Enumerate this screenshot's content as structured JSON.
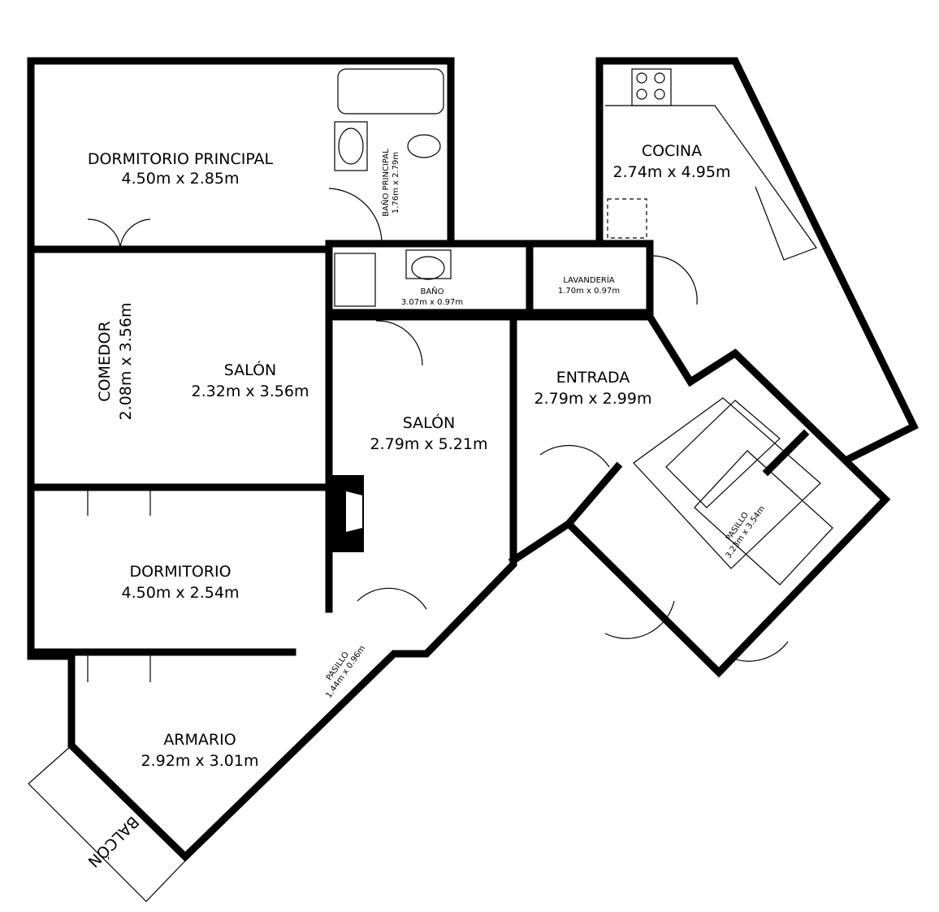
{
  "rooms": {
    "dormitorio_principal": {
      "name": "DORMITORIO PRINCIPAL",
      "size": "4.50m x 2.85m"
    },
    "bano_principal": {
      "name": "BAÑO PRINCIPAL",
      "size": "1.76m x 2.79m"
    },
    "cocina": {
      "name": "COCINA",
      "size": "2.74m x 4.95m"
    },
    "bano": {
      "name": "BAÑO",
      "size": "3.07m x 0.97m"
    },
    "lavanderia": {
      "name": "LAVANDERÍA",
      "size": "1.70m x 0.97m"
    },
    "comedor": {
      "name": "COMEDOR",
      "size": "2.08m x 3.56m"
    },
    "salon_1": {
      "name": "SALÓN",
      "size": "2.32m x 3.56m"
    },
    "salon_2": {
      "name": "SALÓN",
      "size": "2.79m x 5.21m"
    },
    "entrada": {
      "name": "ENTRADA",
      "size": "2.79m x 2.99m"
    },
    "pasillo_escalera": {
      "name": "PASILLO",
      "size": "3.23m x 3.54m"
    },
    "dormitorio": {
      "name": "DORMITORIO",
      "size": "4.50m x 2.54m"
    },
    "pasillo": {
      "name": "PASILLO",
      "size": "1.44m x 0.96m"
    },
    "armario": {
      "name": "ARMARIO",
      "size": "2.92m x 3.01m"
    },
    "balcon": {
      "name": "BALCÓN"
    }
  },
  "colors": {
    "wall": "#000000",
    "background": "#ffffff"
  }
}
